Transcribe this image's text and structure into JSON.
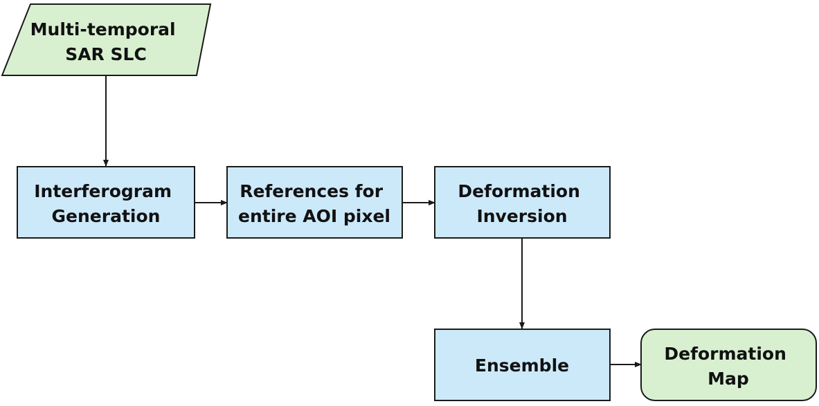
{
  "colors": {
    "io_fill": "#d8f0d0",
    "process_fill": "#cce9fa",
    "stroke": "#1a1a1a",
    "text": "#111111"
  },
  "nodes": {
    "input": {
      "shape": "parallelogram",
      "lines": [
        "Multi-temporal",
        "SAR SLC"
      ]
    },
    "interferogram": {
      "shape": "rectangle",
      "lines": [
        "Interferogram",
        "Generation"
      ]
    },
    "references": {
      "shape": "rectangle",
      "lines": [
        "References for",
        "entire AOI pixel"
      ]
    },
    "inversion": {
      "shape": "rectangle",
      "lines": [
        "Deformation",
        "Inversion"
      ]
    },
    "ensemble": {
      "shape": "rectangle",
      "lines": [
        "Ensemble"
      ]
    },
    "output": {
      "shape": "rounded-rectangle",
      "lines": [
        "Deformation",
        "Map"
      ]
    }
  },
  "edges": [
    {
      "from": "input",
      "to": "interferogram"
    },
    {
      "from": "interferogram",
      "to": "references"
    },
    {
      "from": "references",
      "to": "inversion"
    },
    {
      "from": "inversion",
      "to": "ensemble"
    },
    {
      "from": "ensemble",
      "to": "output"
    }
  ]
}
